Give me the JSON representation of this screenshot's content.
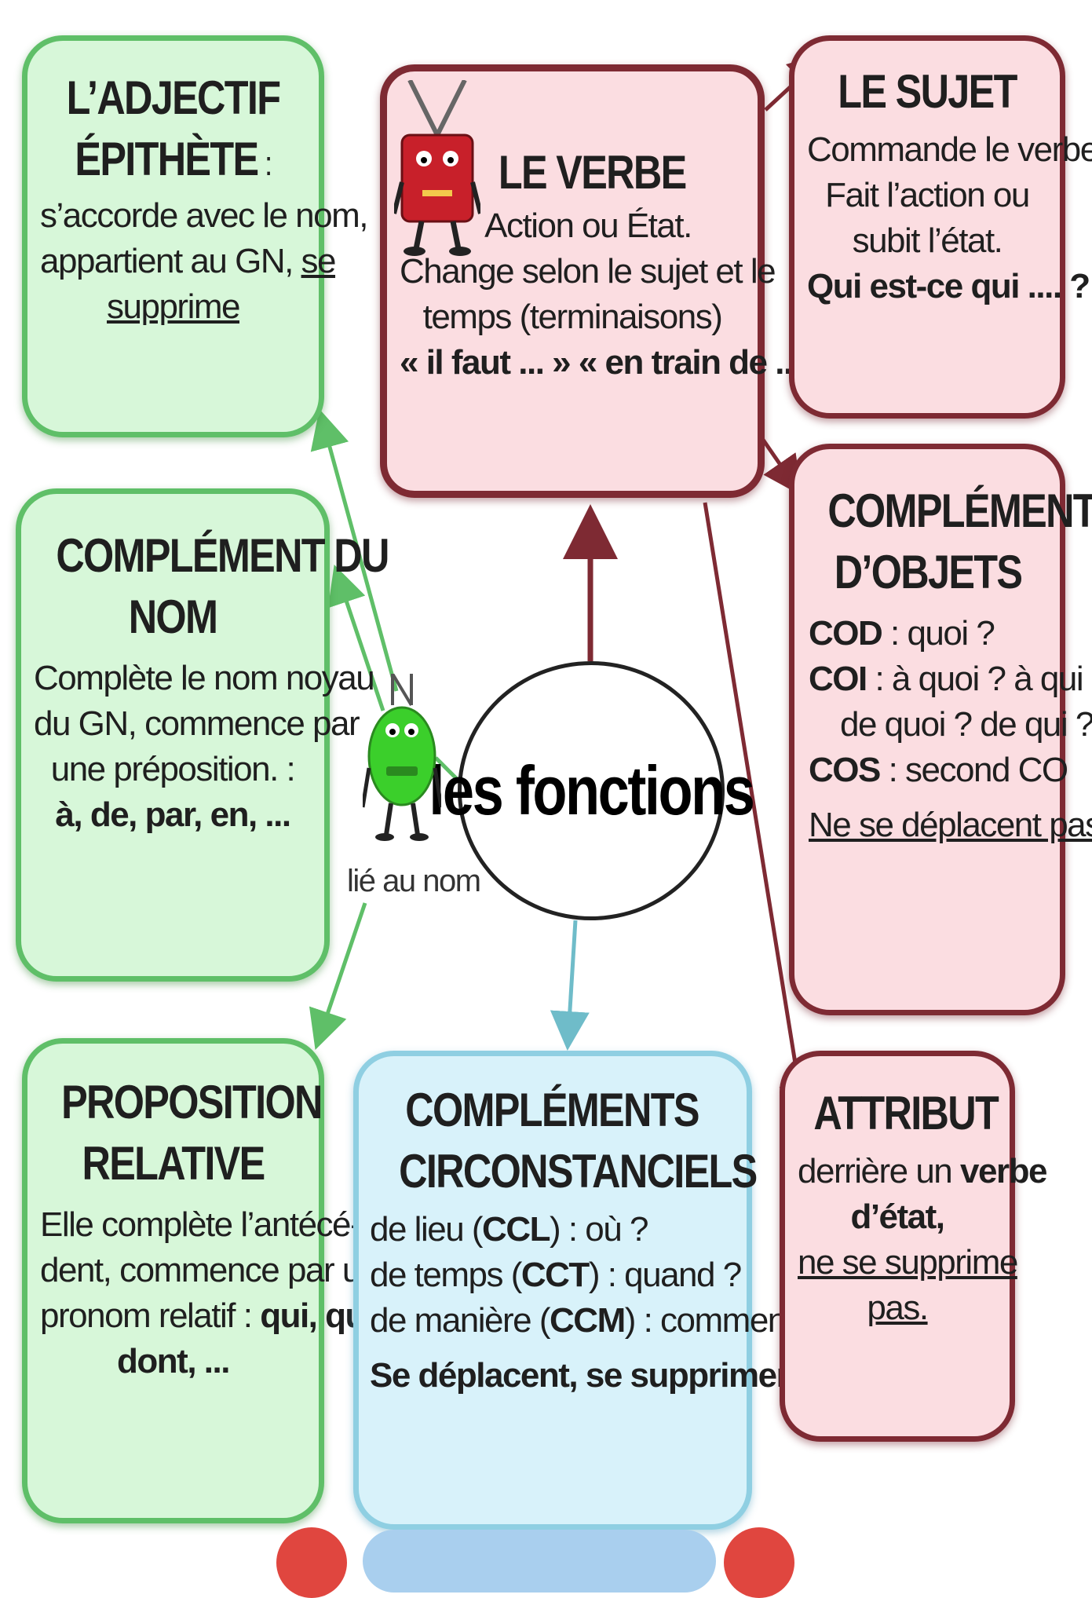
{
  "center": {
    "label": "les fonctions"
  },
  "adjectif": {
    "title_line1": "L’ADJECTIF",
    "title_line2": "ÉPITHÈTE",
    "title_suffix": " :",
    "line1": "s’accorde avec le nom,",
    "line2_plain": "appartient au GN, ",
    "line2_underlined": "se",
    "line3_underlined": "supprime"
  },
  "verbe": {
    "title": "LE VERBE",
    "line1": "Action ou État.",
    "line2": "Change selon le sujet et le",
    "line3": "temps (terminaisons)",
    "line4": "« il faut ... » « en train de ... »"
  },
  "sujet": {
    "title": "LE SUJET",
    "line1": "Commande le verbe.",
    "line2": "Fait l’action ou",
    "line3": "subit l’état.",
    "line4": "Qui est-ce qui .... ?"
  },
  "complement_nom": {
    "title_line1": "COMPLÉMENT DU",
    "title_line2": "NOM",
    "line1": "Complète le nom noyau",
    "line2": "du GN, commence par",
    "line3": "une préposition. :",
    "line4": "à, de, par, en, ..."
  },
  "objets": {
    "title_line1": "COMPLÉMENTS",
    "title_line2": "D’OBJETS",
    "cod_label": "COD",
    "cod_text": " : quoi ?",
    "coi_label": "COI",
    "coi_text": " : à quoi ? à qui ?",
    "coi_text2": "de quoi ? de qui ?",
    "cos_label": "COS",
    "cos_text": " : second CO",
    "note": "Ne se déplacent pas"
  },
  "lie": {
    "label": "lié au nom"
  },
  "relative": {
    "title_line1": "PROPOSITION",
    "title_line2": "RELATIVE",
    "line1": "Elle complète l’antécé-",
    "line2": "dent, commence par un",
    "line3_plain": "pronom relatif : ",
    "line3_bold": "qui, que,",
    "line4": "dont, ..."
  },
  "circonstanciels": {
    "title_line1": "COMPLÉMENTS",
    "title_line2": "CIRCONSTANCIELS",
    "l1_a": "de lieu (",
    "l1_b": "CCL",
    "l1_c": ") : où ?",
    "l2_a": "de temps (",
    "l2_b": "CCT",
    "l2_c": ") : quand ?",
    "l3_a": "de manière (",
    "l3_b": "CCM",
    "l3_c": ") : comment ?",
    "note": "Se déplacent, se suppriment"
  },
  "attribut": {
    "title": "ATTRIBUT",
    "line1_plain": "derrière un ",
    "line1_bold": "verbe",
    "line2_bold": "d’état,",
    "line3_underlined": "ne se supprime",
    "line4_underlined": "pas."
  },
  "colors": {
    "green_border": "#5fbf68",
    "pink_border": "#7e2a33",
    "blue_border": "#8fcfe2",
    "arrow_dark": "#7e2a33",
    "arrow_green": "#5fbf68",
    "arrow_blue": "#6fbcc9"
  },
  "icons": [
    "verbe-mascot-icon",
    "nom-mascot-icon"
  ]
}
